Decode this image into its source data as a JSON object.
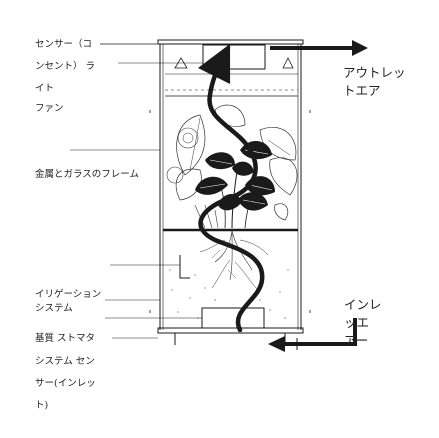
{
  "labels": {
    "sensor_line1": "センサー（コ",
    "sensor_line2": "ンセント） ラ",
    "sensor_line3": "イト",
    "fan": "ファン",
    "frame": "金属とガラスのフレーム",
    "irrigation_line1": "イリゲーション",
    "irrigation_line2": "システム",
    "substrate_line1": "基質 ストマタ",
    "substrate_line2": "システム セン",
    "substrate_line3": "サー(インレッ",
    "substrate_line4": "ト)",
    "outlet_line1": "アウトレッ",
    "outlet_line2": "トエア",
    "inlet_line1": "インレ",
    "inlet_line2": "ッエ",
    "inlet_line3": "アー"
  },
  "colors": {
    "line": "#1a1a1a",
    "leaf_dark": "#1a1a1a",
    "leaf_light": "#ffffff",
    "label_text": "#222222"
  },
  "icons": {
    "outlet_arrow": "arrow-right-icon",
    "inlet_arrow": "arrow-left-icon",
    "airflow": "airflow-arrow-icon"
  }
}
